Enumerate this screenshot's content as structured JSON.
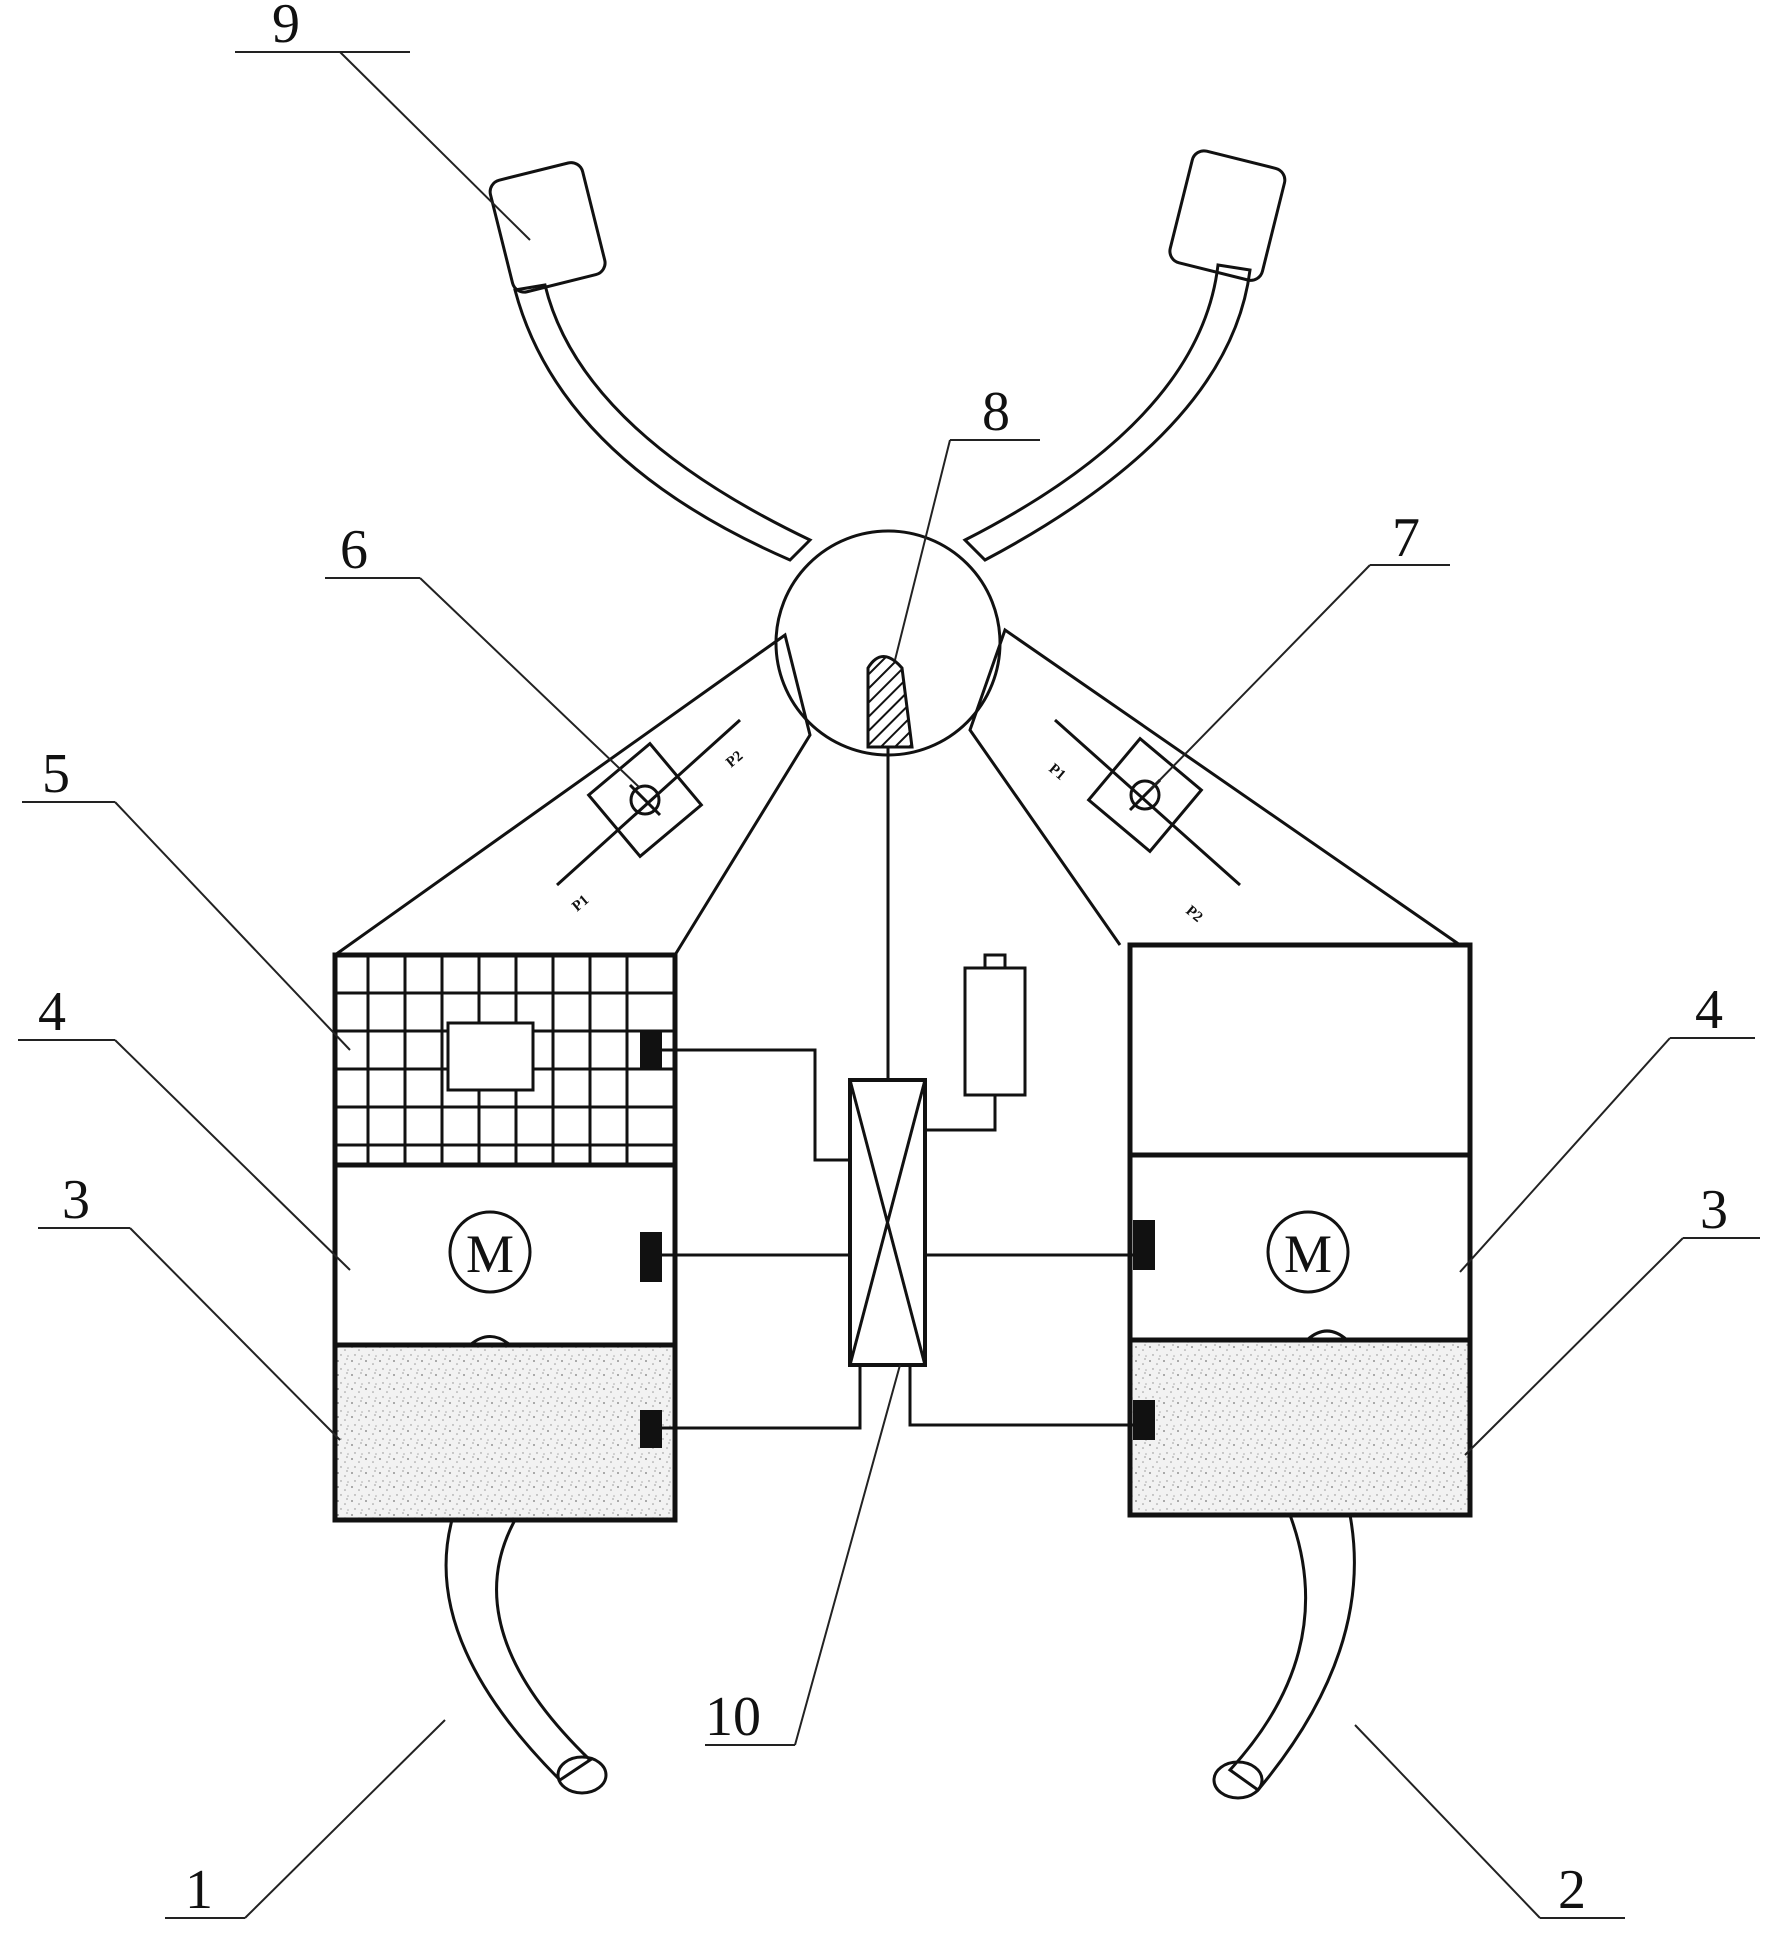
{
  "labels": {
    "l1": "1",
    "l2": "2",
    "l3a": "3",
    "l3b": "3",
    "l4a": "4",
    "l4b": "4",
    "l5": "5",
    "l6": "6",
    "l7": "7",
    "l8": "8",
    "l9": "9",
    "l10": "10"
  },
  "motors": {
    "left": "M",
    "right": "M"
  },
  "valves": {
    "left_p1": "P1",
    "left_p2": "P2",
    "right_p1": "P1",
    "right_p2": "P2"
  }
}
